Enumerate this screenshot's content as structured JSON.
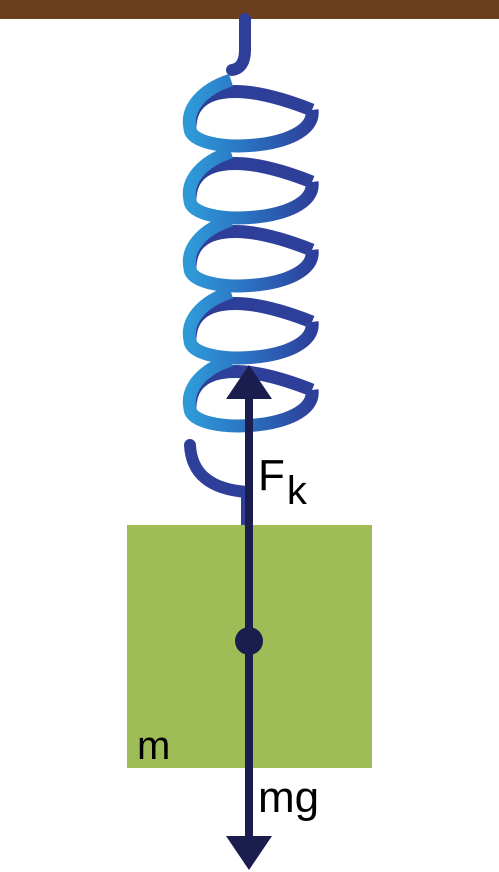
{
  "diagram": {
    "labels": {
      "spring_force": "F",
      "spring_force_subscript": "k",
      "mass": "m",
      "weight": "mg"
    },
    "colors": {
      "ceiling": "#6b3f1e",
      "block": "#9fbd56",
      "arrow": "#1c1d4f",
      "spring_dark": "#2e3f9a",
      "spring_light": "#2f9ad8",
      "text": "#000000"
    }
  }
}
